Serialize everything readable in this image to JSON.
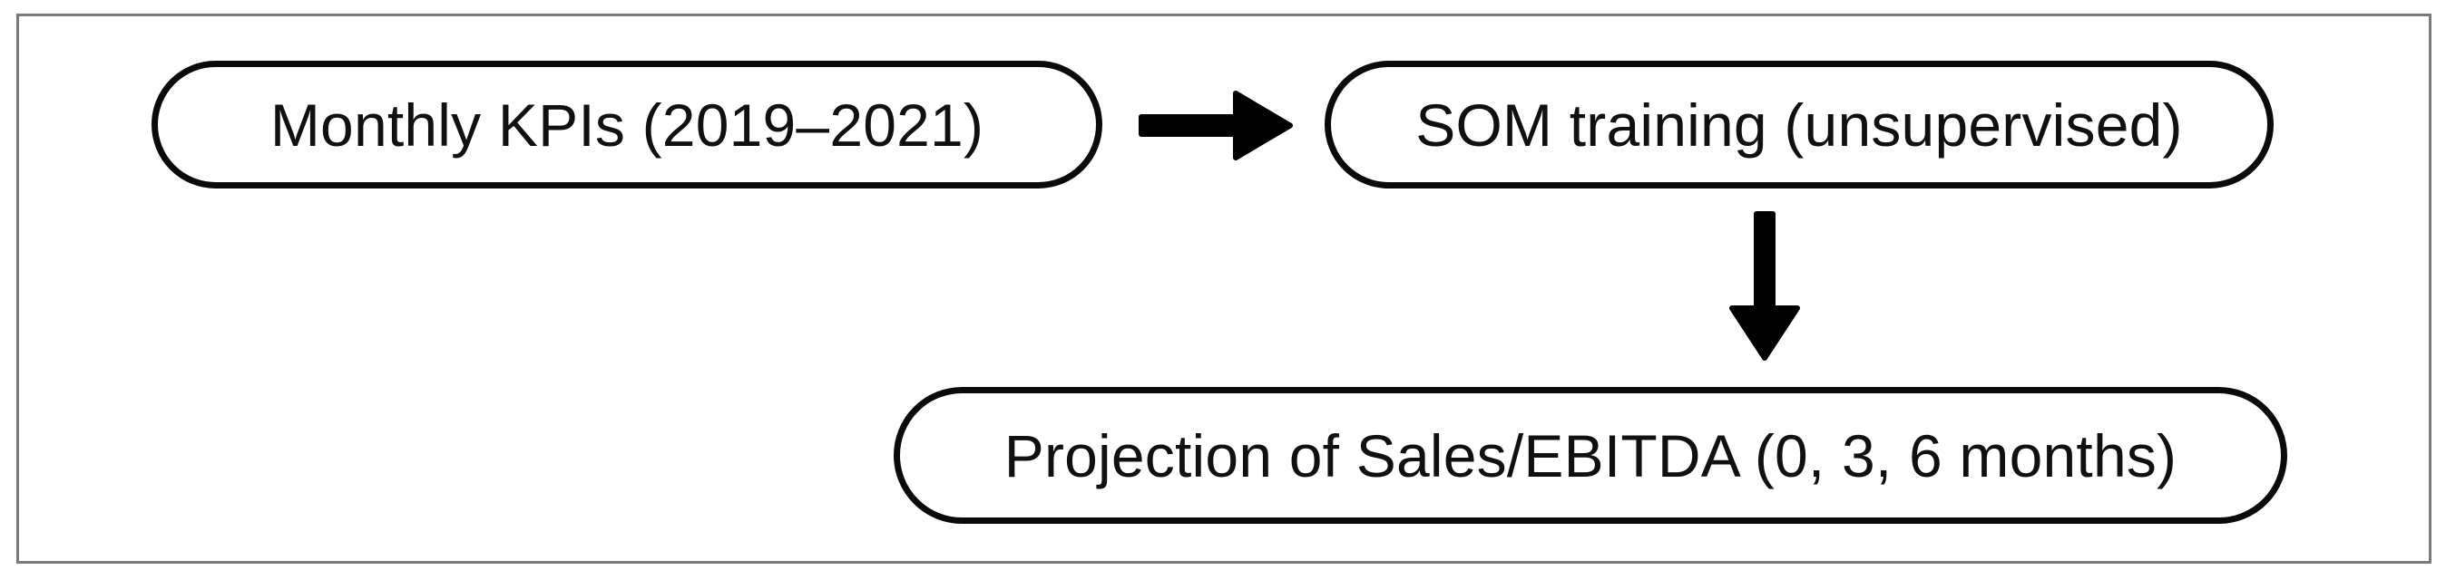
{
  "diagram": {
    "title": "SOM pipeline flow diagram",
    "frame": {
      "border_color": "#7a7a7a"
    },
    "node_colors": {
      "border": "#0a0a0a",
      "fill": "#ffffff",
      "text": "#101010"
    },
    "nodes": [
      {
        "id": "kpis",
        "label": "Monthly KPIs (2019–2021)",
        "shape": "rounded-pill"
      },
      {
        "id": "som",
        "label": "SOM training (unsupervised)",
        "shape": "rounded-pill"
      },
      {
        "id": "projection",
        "label": "Projection of Sales/EBITDA (0, 3, 6 months)",
        "shape": "rounded-pill"
      }
    ],
    "edges": [
      {
        "id": "kpis-to-som",
        "from": "kpis",
        "to": "som",
        "direction": "right",
        "label": "",
        "color": "#000000"
      },
      {
        "id": "som-to-projection",
        "from": "som",
        "to": "projection",
        "direction": "down",
        "label": "",
        "color": "#000000"
      }
    ]
  }
}
